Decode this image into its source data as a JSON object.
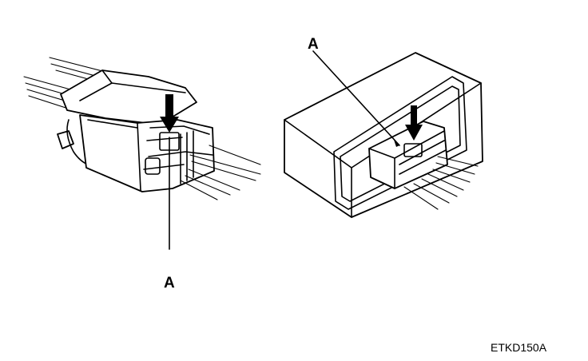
{
  "labels": {
    "left_callout": "A",
    "right_callout": "A",
    "figure_code": "ETKD150A"
  }
}
